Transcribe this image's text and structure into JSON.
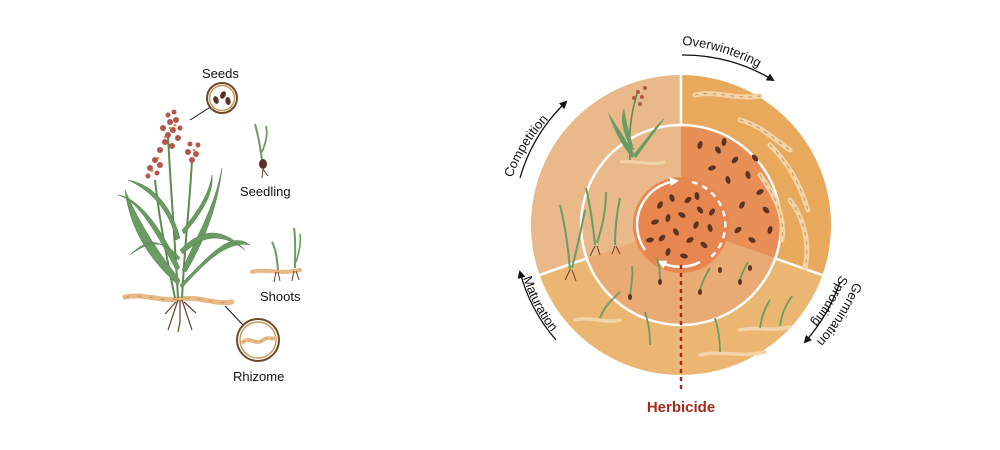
{
  "left_panel": {
    "labels": {
      "seeds": "Seeds",
      "seedling": "Seedling",
      "shoots": "Shoots",
      "rhizome": "Rhizome"
    }
  },
  "cycle": {
    "stages": {
      "overwintering": "Overwintering",
      "germination_line1": "Germination/",
      "germination_line2": "Sprouting",
      "maturation": "Maturation",
      "competition": "Competition"
    },
    "herbicide": "Herbicide"
  },
  "colors": {
    "outer_top_left": "#e9b98a",
    "outer_right": "#e8a95c",
    "outer_bottom": "#ebb672",
    "middle_right": "#e88f57",
    "middle_bottom": "#eaaa74",
    "core": "#e7874f",
    "herbicide": "#a52a1e",
    "rhizome": "#e6b987",
    "leaf": "#6a9b62",
    "seed": "#5a3324",
    "panicle": "#b2574a"
  },
  "icons": [
    "sorghum-plant-icon",
    "seed-icon",
    "rhizome-icon",
    "seedling-icon",
    "shoots-icon"
  ]
}
